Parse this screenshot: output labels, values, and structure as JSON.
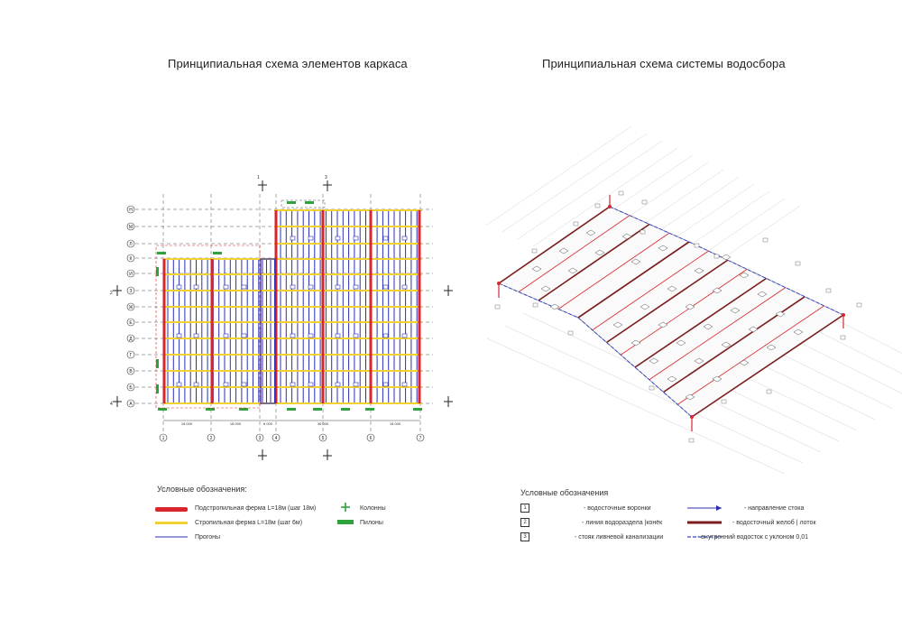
{
  "left": {
    "title": "Принципиальная схема элементов каркаса",
    "legend_title": "Условные обозначения:",
    "legend": {
      "red_truss": "Подстропильная ферма L=18м (шаг 18м)",
      "yellow_truss": "Стропильная ферма L=18м (шаг 6м)",
      "purlins": "Прогоны",
      "columns": "Колонны",
      "pylons": "Пилоны"
    },
    "axes_bottom": [
      "1",
      "2",
      "3",
      "4",
      "5",
      "6",
      "7"
    ],
    "dims_bottom": [
      "18 000",
      "18 000",
      "6 000",
      "36 000",
      "18 000"
    ],
    "axes_left": [
      "Н",
      "М",
      "Л",
      "К",
      "И",
      "З",
      "Ж",
      "Е",
      "Д",
      "Г",
      "В",
      "Б",
      "А"
    ],
    "section_marks": [
      "1",
      "2",
      "3",
      "4"
    ]
  },
  "right": {
    "title": "Принципиальная схема системы водосбора",
    "legend_title": "Условные обозначения",
    "legend": {
      "item1_num": "1",
      "item1": "- водосточные воронки",
      "item2_num": "2",
      "item2": "- линия водораздела |конёк",
      "item3_num": "3",
      "item3": "- стояк ливневой канализации",
      "flow": "- направление стока",
      "gutter": "- водосточный желоб | лоток",
      "internal": "- внутренний водосток с уклоном 0,01"
    }
  },
  "colors": {
    "red": "#d8262e",
    "yellow": "#f1d130",
    "blue": "#2b2fb5",
    "green": "#2ea33b",
    "gutter": "#7a1d1d",
    "dash": "#3344cc"
  }
}
